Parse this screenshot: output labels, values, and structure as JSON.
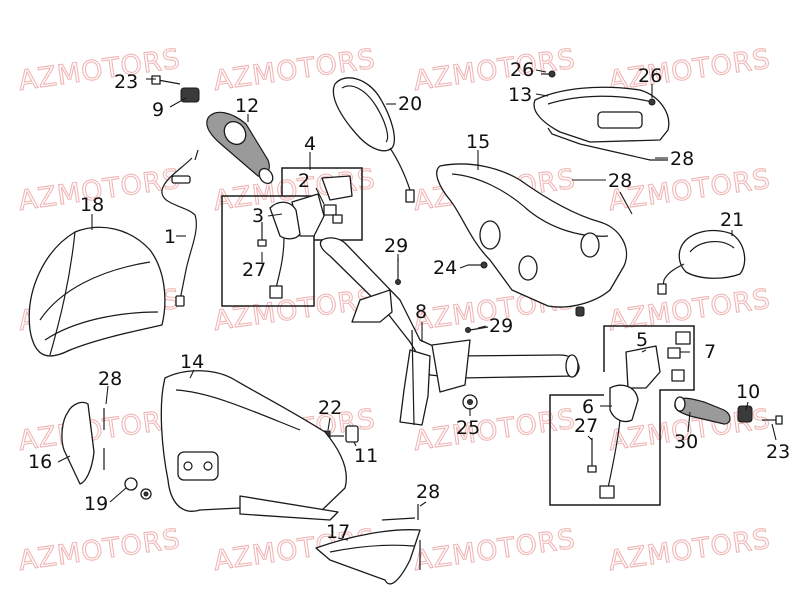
{
  "watermark": "AZMOTORS",
  "colors": {
    "watermark": "#f0b7b7",
    "line": "#1a1a1a",
    "grip": "#9a9a9a"
  },
  "callouts": {
    "c1": "1",
    "c2": "2",
    "c3": "3",
    "c4": "4",
    "c5": "5",
    "c6": "6",
    "c7": "7",
    "c8": "8",
    "c9": "9",
    "c10": "10",
    "c11": "11",
    "c12": "12",
    "c13": "13",
    "c14": "14",
    "c15": "15",
    "c16": "16",
    "c17": "17",
    "c18": "18",
    "c19": "19",
    "c20": "20",
    "c21": "21",
    "c22": "22",
    "c23a": "23",
    "c23b": "23",
    "c24": "24",
    "c25": "25",
    "c26a": "26",
    "c26b": "26",
    "c27a": "27",
    "c27b": "27",
    "c28a": "28",
    "c28b": "28",
    "c28c": "28",
    "c28d": "28",
    "c29a": "29",
    "c29b": "29",
    "c30": "30"
  }
}
